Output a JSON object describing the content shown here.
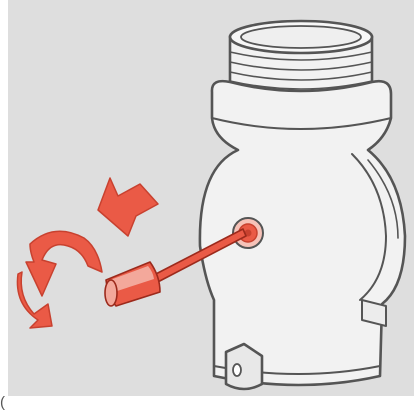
{
  "illustration": {
    "subject": "fitting-housing",
    "tool": "hex-key-tool",
    "arrows": [
      "push-arrow",
      "rotate-arrow"
    ]
  },
  "colors": {
    "panel": "#dedede",
    "body": "#f2f2f2",
    "outline": "#555555",
    "accent": "#ea5a46",
    "accent_dark": "#c8412f",
    "accent_light": "#f3a89b"
  },
  "edge_mark": "("
}
